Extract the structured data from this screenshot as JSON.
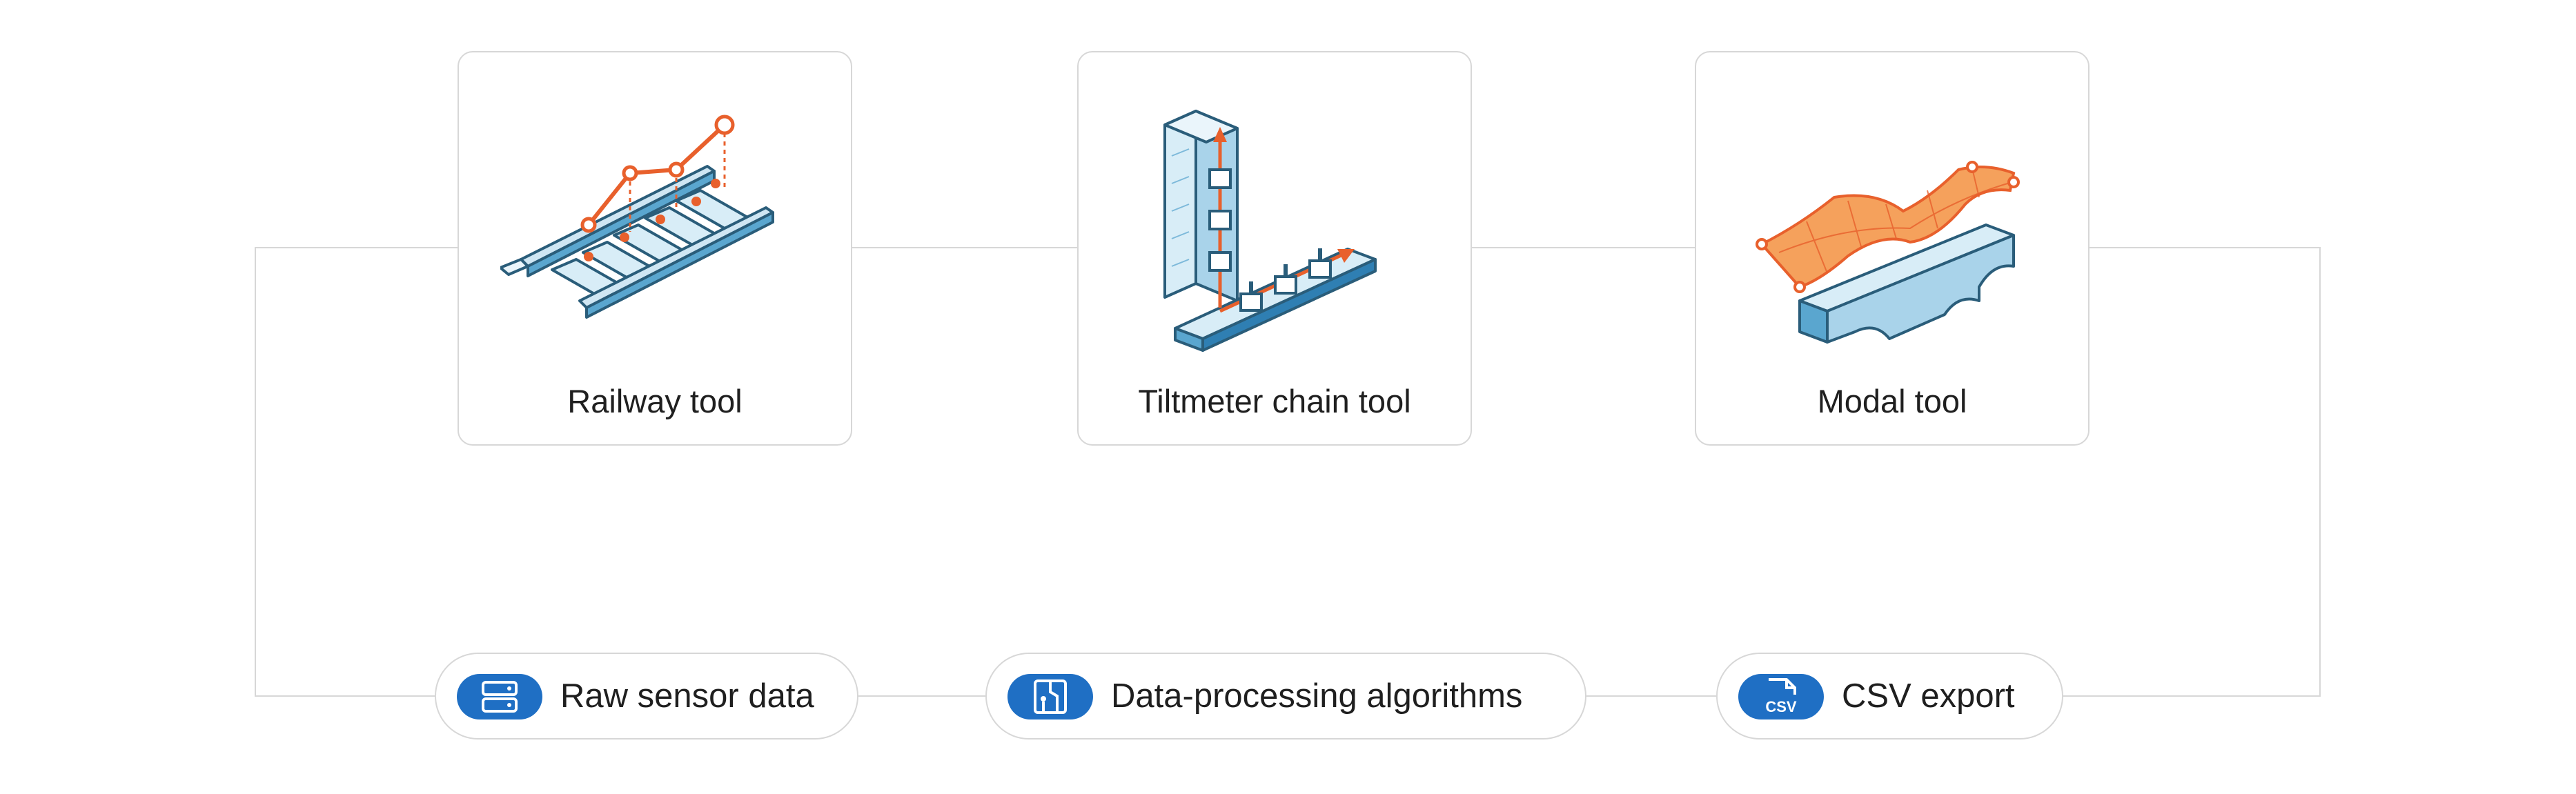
{
  "tools": [
    {
      "label": "Railway tool",
      "icon": "railway-track-chart-icon"
    },
    {
      "label": "Tiltmeter chain tool",
      "icon": "tiltmeter-chain-icon"
    },
    {
      "label": "Modal tool",
      "icon": "bridge-modal-icon"
    }
  ],
  "pipeline": [
    {
      "label": "Raw sensor data",
      "icon": "server-icon"
    },
    {
      "label": "Data-processing algorithms",
      "icon": "algorithm-icon"
    },
    {
      "label": "CSV export",
      "icon": "csv-file-icon"
    }
  ],
  "colors": {
    "accent": "#1f6fc4",
    "orange": "#e8602c",
    "outline": "#2a5d7a",
    "border": "#d7d7d7"
  }
}
